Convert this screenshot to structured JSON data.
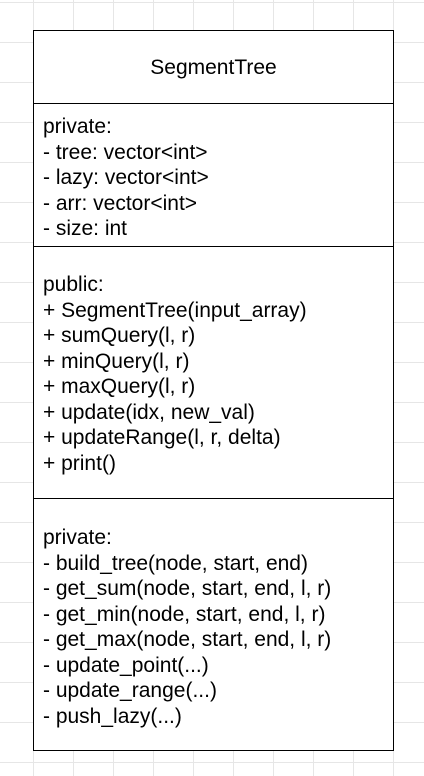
{
  "class_name": "SegmentTree",
  "attributes": {
    "heading": "private:",
    "items": [
      "- tree: vector<int>",
      "- lazy: vector<int>",
      "- arr: vector<int>",
      "- size: int"
    ]
  },
  "public_methods": {
    "heading": "public:",
    "items": [
      "+ SegmentTree(input_array)",
      "+ sumQuery(l, r)",
      "+ minQuery(l, r)",
      "+ maxQuery(l, r)",
      "+ update(idx, new_val)",
      "+ updateRange(l, r, delta)",
      "+ print()"
    ]
  },
  "private_methods": {
    "heading": "private:",
    "items": [
      "- build_tree(node, start, end)",
      "- get_sum(node, start, end, l, r)",
      "- get_min(node, start, end, l, r)",
      "- get_max(node, start, end, l, r)",
      "- update_point(...)",
      "- update_range(...)",
      "- push_lazy(...)"
    ]
  }
}
